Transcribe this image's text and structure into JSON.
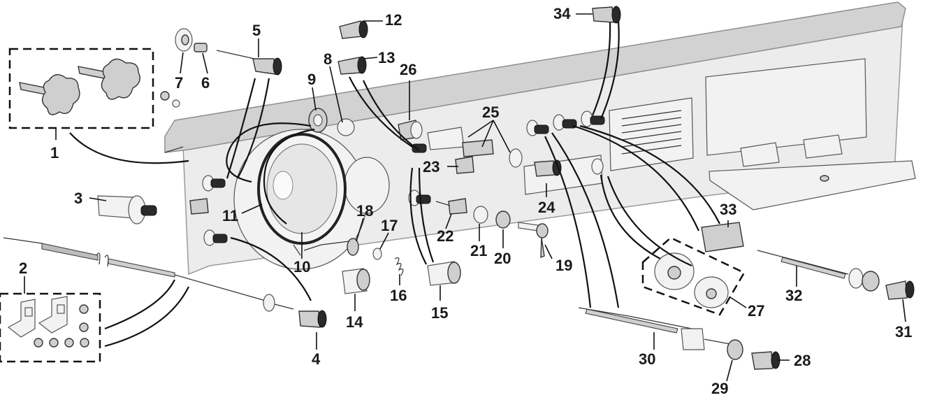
{
  "callouts": [
    {
      "id": "1",
      "text": "1"
    },
    {
      "id": "2",
      "text": "2"
    },
    {
      "id": "3",
      "text": "3"
    },
    {
      "id": "4",
      "text": "4"
    },
    {
      "id": "5",
      "text": "5"
    },
    {
      "id": "6",
      "text": "6"
    },
    {
      "id": "7",
      "text": "7"
    },
    {
      "id": "8",
      "text": "8"
    },
    {
      "id": "9",
      "text": "9"
    },
    {
      "id": "10",
      "text": "10"
    },
    {
      "id": "11",
      "text": "11"
    },
    {
      "id": "12",
      "text": "12"
    },
    {
      "id": "13",
      "text": "13"
    },
    {
      "id": "14",
      "text": "14"
    },
    {
      "id": "15",
      "text": "15"
    },
    {
      "id": "16",
      "text": "16"
    },
    {
      "id": "17",
      "text": "17"
    },
    {
      "id": "18",
      "text": "18"
    },
    {
      "id": "19",
      "text": "19"
    },
    {
      "id": "20",
      "text": "20"
    },
    {
      "id": "21",
      "text": "21"
    },
    {
      "id": "22",
      "text": "22"
    },
    {
      "id": "23",
      "text": "23"
    },
    {
      "id": "24",
      "text": "24"
    },
    {
      "id": "25",
      "text": "25"
    },
    {
      "id": "26",
      "text": "26"
    },
    {
      "id": "27",
      "text": "27"
    },
    {
      "id": "28",
      "text": "28"
    },
    {
      "id": "29",
      "text": "29"
    },
    {
      "id": "30",
      "text": "30"
    },
    {
      "id": "31",
      "text": "31"
    },
    {
      "id": "32",
      "text": "32"
    },
    {
      "id": "33",
      "text": "33"
    },
    {
      "id": "34",
      "text": "34"
    }
  ],
  "colors": {
    "panel_fill": "#ececec",
    "panel_top": "#d2d2d2",
    "ink": "#1a1a1a",
    "knob_dark": "#2a2a2a",
    "knob_light": "#cfcfcf"
  },
  "icons": {
    "knob": "fluted-knob-icon",
    "star_knob": "star-knob-icon",
    "gauge": "speedometer-lens-icon",
    "key": "ignition-key-icon",
    "bracket": "mounting-bracket-icon",
    "cable": "control-cable-icon"
  }
}
